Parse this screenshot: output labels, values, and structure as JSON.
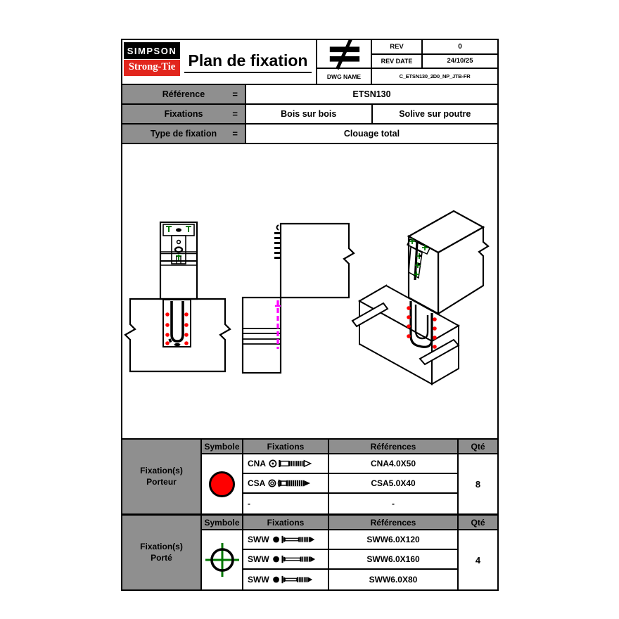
{
  "colors": {
    "logo_black_bg": "#000000",
    "logo_red_bg": "#e2261d",
    "cell_gray": "#8f8f8f",
    "porteur_marker_red": "#ff0000",
    "porte_marker_green": "#007700",
    "hanger_line_magenta": "#ff00ff"
  },
  "header": {
    "logo_line1": "SIMPSON",
    "logo_line2": "Strong-Tie",
    "title": "Plan de fixation",
    "symbol": "≠",
    "rev": {
      "label": "REV",
      "value": "0"
    },
    "rev_date": {
      "label": "REV DATE",
      "value": "24/10/25"
    },
    "dwg_name": {
      "label": "DWG NAME",
      "value": "C_ETSN130_2D0_NP_JTB-FR"
    }
  },
  "info": {
    "rows": [
      {
        "label": "Référence",
        "eq": "=",
        "value": "ETSN130"
      },
      {
        "label": "Fixations",
        "eq": "=",
        "value1": "Bois sur bois",
        "value2": "Solive sur poutre"
      },
      {
        "label": "Type de fixation",
        "eq": "=",
        "value": "Clouage total"
      }
    ]
  },
  "drawings": {
    "views": [
      "front-view",
      "side-view",
      "isometric-view"
    ],
    "porteur_nail_marker": "red-dot",
    "porte_screw_marker": "green-cross"
  },
  "tables": [
    {
      "group_line1": "Fixation(s)",
      "group_line2": "Porteur",
      "col_symbole": "Symbole",
      "col_fixations": "Fixations",
      "col_references": "Références",
      "col_qte": "Qté",
      "symbol_icon": "red-circle-marker",
      "rows": [
        {
          "label": "CNA",
          "icon": "cna-ring-nail-icon",
          "reference": "CNA4.0X50"
        },
        {
          "label": "CSA",
          "icon": "csa-screw-icon",
          "reference": "CSA5.0X40"
        },
        {
          "label": "-",
          "icon": "",
          "reference": "-"
        }
      ],
      "qty": "8"
    },
    {
      "group_line1": "Fixation(s)",
      "group_line2": "Porté",
      "col_symbole": "Symbole",
      "col_fixations": "Fixations",
      "col_references": "Références",
      "col_qte": "Qté",
      "symbol_icon": "green-crosshair-marker",
      "rows": [
        {
          "label": "SWW",
          "icon": "sww-washer-screw-icon",
          "reference": "SWW6.0X120"
        },
        {
          "label": "SWW",
          "icon": "sww-washer-screw-icon",
          "reference": "SWW6.0X160"
        },
        {
          "label": "SWW",
          "icon": "sww-washer-screw-icon",
          "reference": "SWW6.0X80"
        }
      ],
      "qty": "4"
    }
  ]
}
